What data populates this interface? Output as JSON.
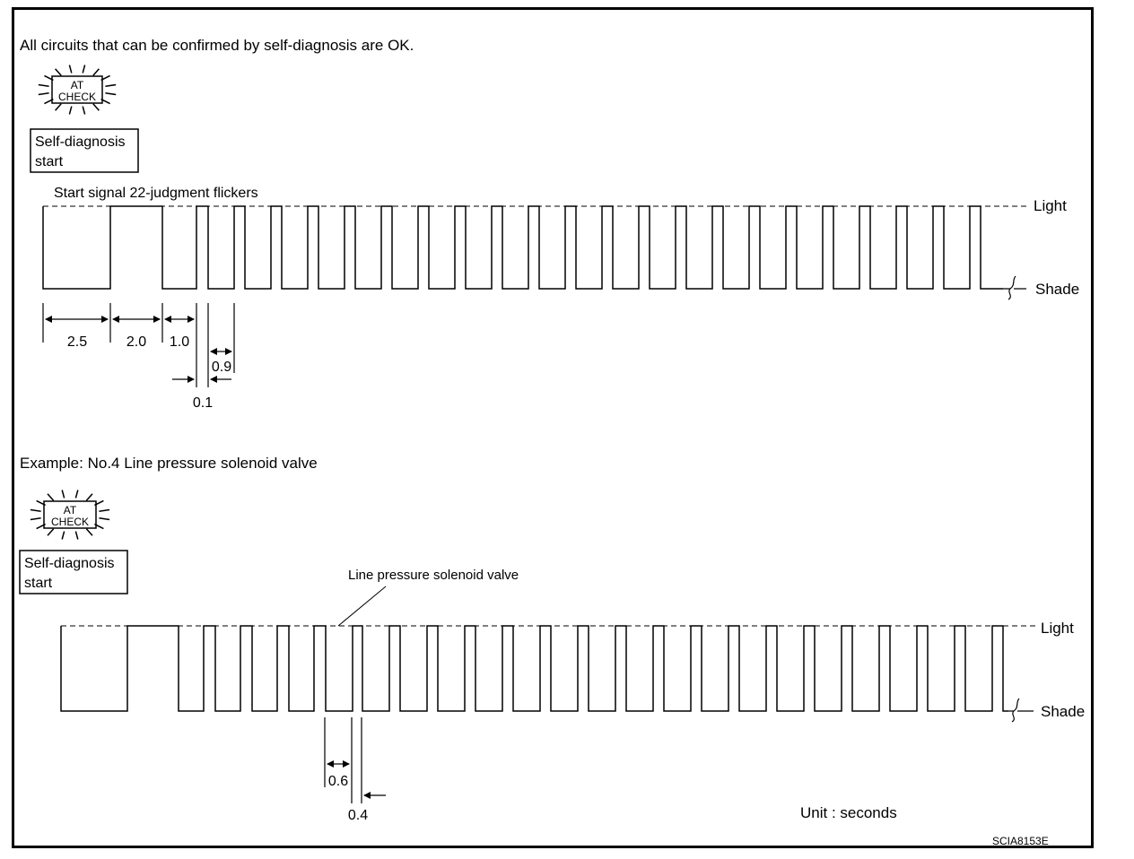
{
  "figure_id": "SCIA8153E",
  "unit_note": "Unit : seconds",
  "panel1": {
    "heading": "All circuits that can be confirmed by self-diagnosis are OK.",
    "lamp_label_line1": "AT",
    "lamp_label_line2": "CHECK",
    "start_box_line1": "Self-diagnosis",
    "start_box_line2": "start",
    "signal_note": "Start signal 22-judgment flickers",
    "level_high_label": "Light",
    "level_low_label": "Shade",
    "timings": [
      "2.5",
      "2.0",
      "1.0",
      "0.9",
      "0.1"
    ]
  },
  "panel2": {
    "heading": "Example: No.4 Line pressure solenoid valve",
    "lamp_label_line1": "AT",
    "lamp_label_line2": "CHECK",
    "start_box_line1": "Self-diagnosis",
    "start_box_line2": "start",
    "callout": "Line pressure solenoid valve",
    "level_high_label": "Light",
    "level_low_label": "Shade",
    "timings": [
      "0.6",
      "0.4"
    ]
  }
}
